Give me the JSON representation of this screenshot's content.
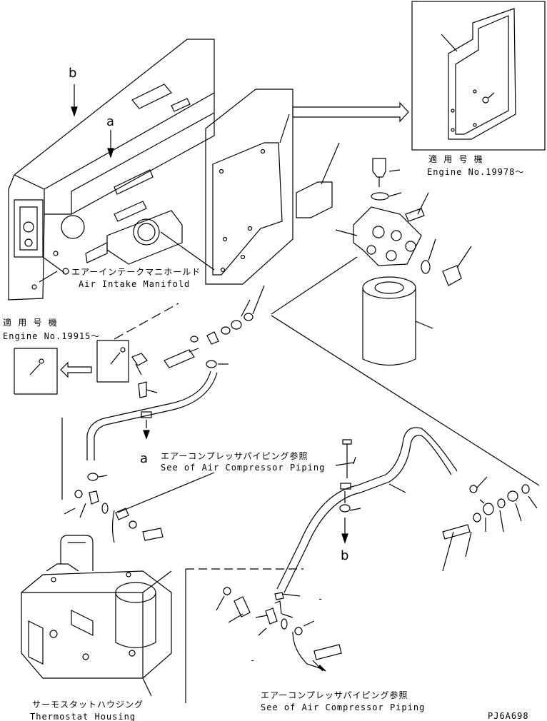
{
  "labels": {
    "ref_b_top": "b",
    "ref_a_top": "a",
    "ref_a_mid": "a",
    "ref_b_mid": "b",
    "applicable_jp_1": "適 用 号 機",
    "engine_no_19978": "Engine No.19978～",
    "applicable_jp_2": "適 用 号 機",
    "engine_no_19915": "Engine No.19915～",
    "air_intake_jp": "エアーインテークマニホールド",
    "air_intake_en": "Air Intake Manifold",
    "air_comp_jp_1": "エアーコンプレッサパイピング参照",
    "air_comp_en_1": "See of Air Compressor Piping",
    "air_comp_jp_2": "エアーコンプレッサパイピング参照",
    "air_comp_en_2": "See of Air Compressor Piping",
    "thermostat_jp": "サーモスタットハウジング",
    "thermostat_en": "Thermostat Housing",
    "drawing_code": "PJ6A698",
    "dash_1": "-",
    "dash_2": "-"
  }
}
